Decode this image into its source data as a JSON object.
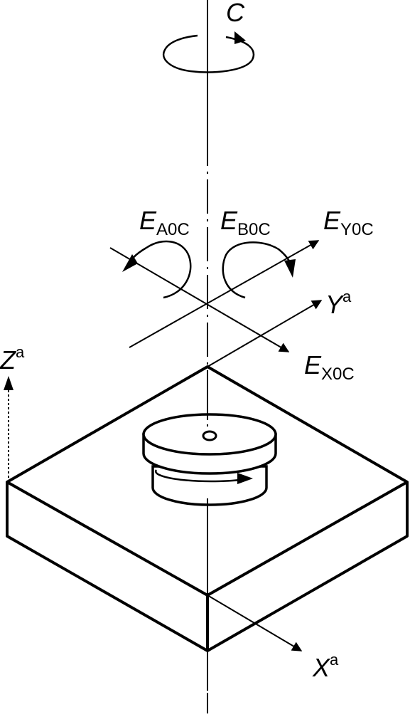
{
  "labels": {
    "c_axis": "C",
    "e_a0c": {
      "main": "E",
      "sub": "A0C"
    },
    "e_b0c": {
      "main": "E",
      "sub": "B0C"
    },
    "e_y0c": {
      "main": "E",
      "sub": "Y0C"
    },
    "e_x0c": {
      "main": "E",
      "sub": "X0C"
    },
    "y_axis": {
      "main": "Y",
      "sup": "a"
    },
    "x_axis": {
      "main": "X",
      "sup": "a"
    },
    "z_axis": {
      "main": "Z",
      "sup": "a"
    }
  },
  "colors": {
    "line": "#000000",
    "background": "#ffffff"
  }
}
